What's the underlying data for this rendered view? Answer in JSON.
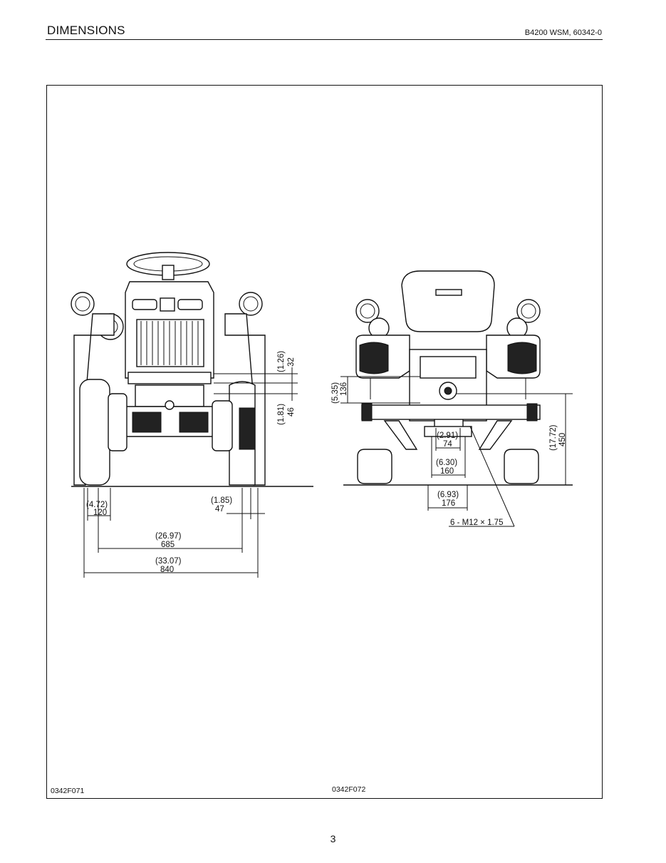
{
  "header": {
    "title": "DIMENSIONS",
    "ref": "B4200   WSM, 60342-0"
  },
  "figures": {
    "front": {
      "code": "0342F071",
      "dims": {
        "d1_in": "(1.26)",
        "d1_mm": "32",
        "d2_in": "(1.81)",
        "d2_mm": "46",
        "d3_in": "(4.72)",
        "d3_mm": "120",
        "d4_in": "(1.85)",
        "d4_mm": "47",
        "d5_in": "(26.97)",
        "d5_mm": "685",
        "d6_in": "(33.07)",
        "d6_mm": "840"
      }
    },
    "rear": {
      "code": "0342F072",
      "dims": {
        "d1_in": "(5.35)",
        "d1_mm": "136",
        "d2_in": "(17.72)",
        "d2_mm": "450",
        "d3_in": "(2.91)",
        "d3_mm": "74",
        "d4_in": "(6.30)",
        "d4_mm": "160",
        "d5_in": "(6.93)",
        "d5_mm": "176",
        "bolt": "6 - M12 × 1.75"
      }
    }
  },
  "page_number": "3"
}
